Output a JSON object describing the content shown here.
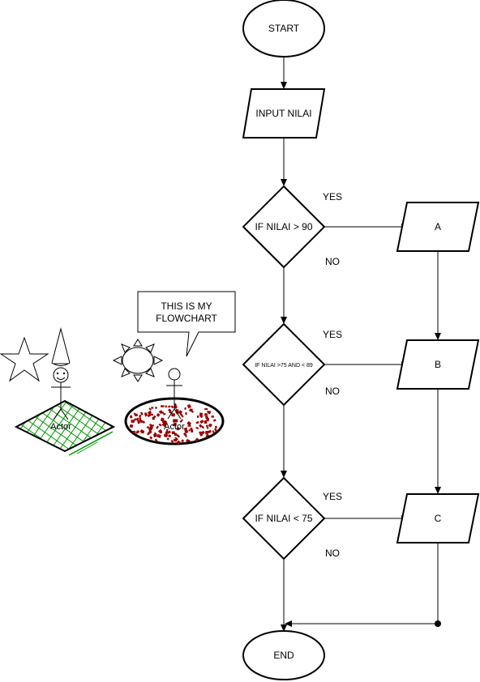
{
  "flowchart": {
    "start_label": "START",
    "input_label": "INPUT NILAI",
    "decision1_label": "IF NILAI > 90",
    "decision2_label": "IF NILAI >75 AND < 89",
    "decision3_label": "IF NILAI < 75",
    "output_a_label": "A",
    "output_b_label": "B",
    "output_c_label": "C",
    "end_label": "END",
    "yes_label": "YES",
    "no_label": "NO"
  },
  "illustration": {
    "speech_bubble_line1": "THIS IS MY",
    "speech_bubble_line2": "FLOWCHART",
    "actor1_label": "Actor",
    "actor2_label": "Actor"
  },
  "colors": {
    "stroke": "#000000",
    "green_fill": "#009900",
    "red_fill": "#990000"
  }
}
